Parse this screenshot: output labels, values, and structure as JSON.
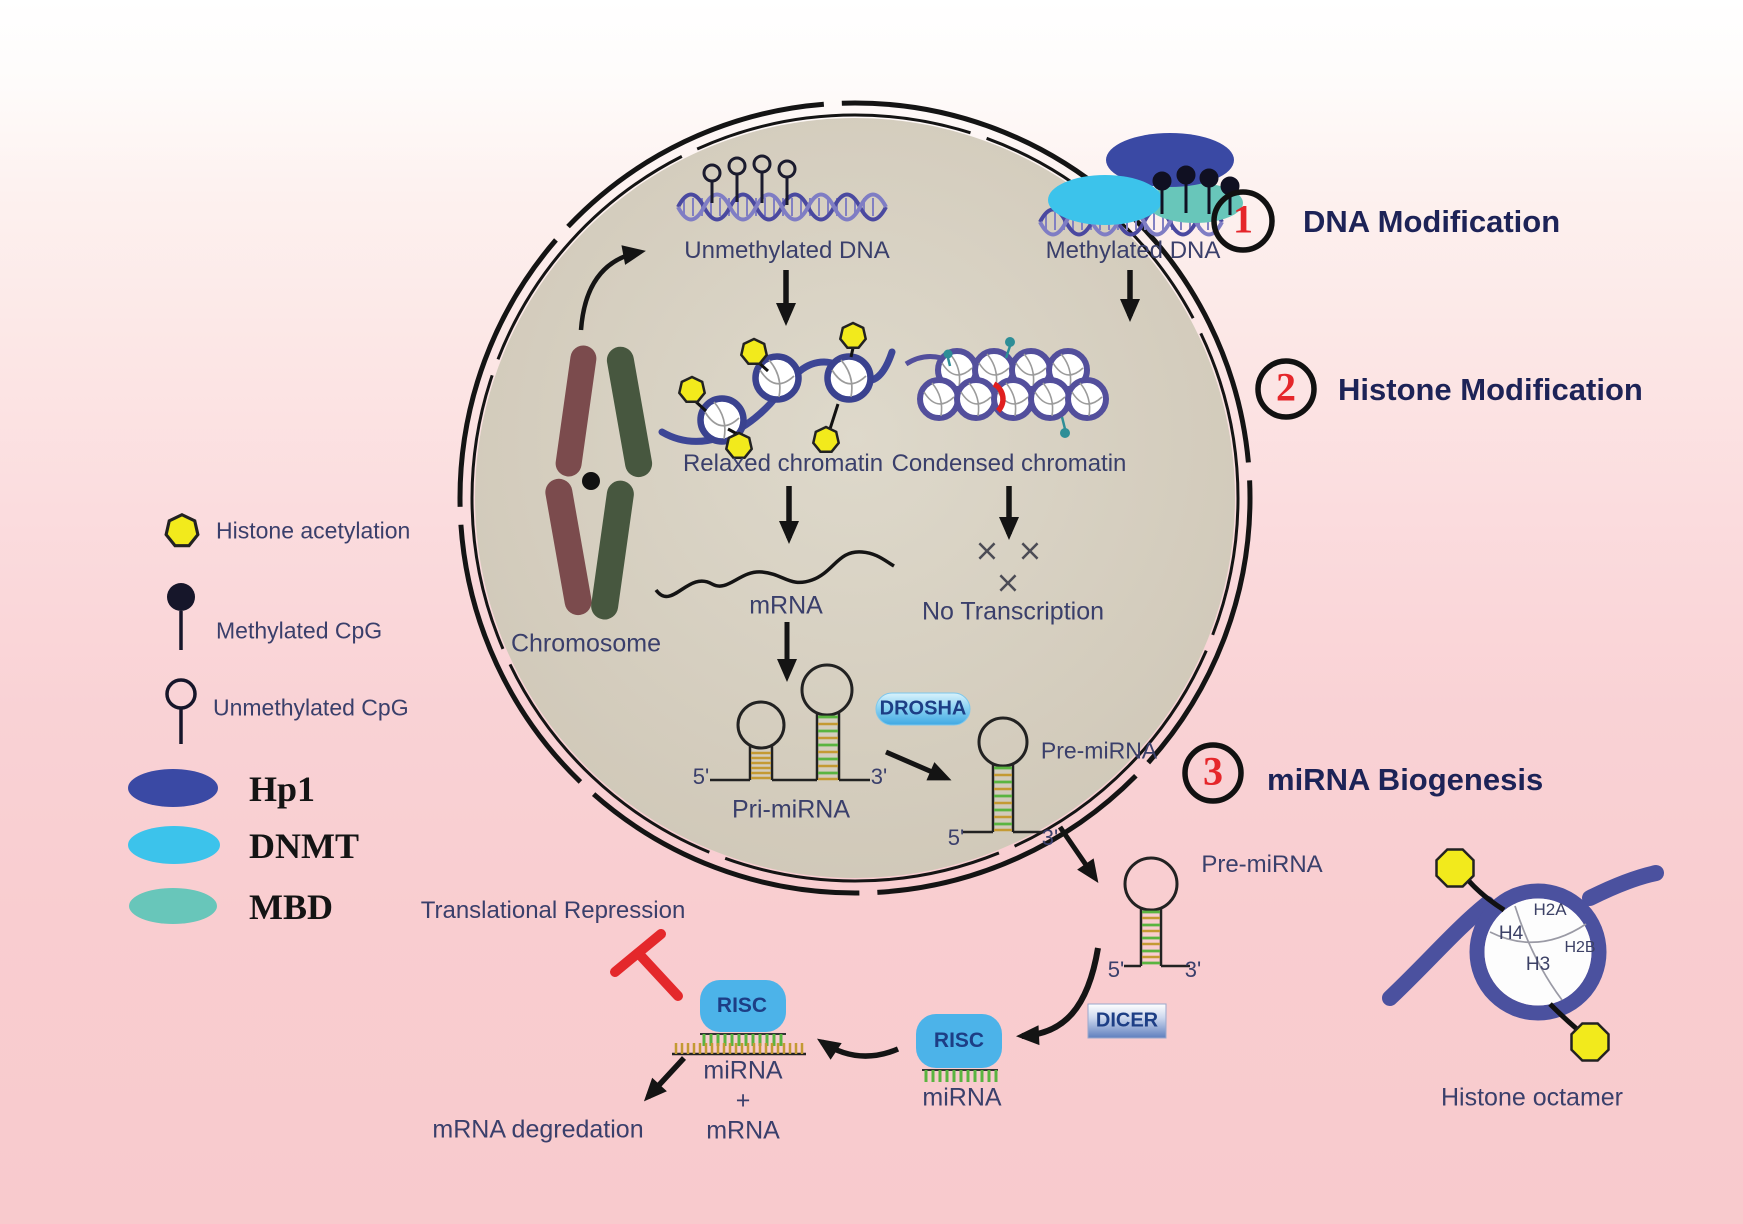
{
  "legend": {
    "histone_acetylation": "Histone acetylation",
    "methylated_cpg": "Methylated CpG",
    "unmethylated_cpg": "Unmethylated CpG",
    "hp1": "Hp1",
    "dnmt": "DNMT",
    "mbd": "MBD"
  },
  "sections": {
    "s1_num": "1",
    "s1_title": "DNA Modification",
    "s2_num": "2",
    "s2_title": "Histone Modification",
    "s3_num": "3",
    "s3_title": "miRNA Biogenesis"
  },
  "nucleus": {
    "unmethylated_dna": "Unmethylated DNA",
    "methylated_dna": "Methylated DNA",
    "relaxed_chromatin": "Relaxed chromatin",
    "condensed_chromatin": "Condensed chromatin",
    "mrna": "mRNA",
    "no_transcription": "No Transcription",
    "x_mark": "×",
    "chromosome": "Chromosome",
    "pri_mirna": "Pri-miRNA",
    "drosha": "DROSHA",
    "pre_mirna": "Pre-miRNA",
    "five_prime": "5'",
    "three_prime": "3'"
  },
  "cytoplasm": {
    "pre_mirna": "Pre-miRNA",
    "dicer": "DICER",
    "risc": "RISC",
    "mirna": "miRNA",
    "plus": "+",
    "mrna": "mRNA",
    "translational_repression": "Translational Repression",
    "mrna_degradation": "mRNA degredation"
  },
  "octamer": {
    "h2a": "H2A",
    "h4": "H4",
    "h2b": "H2B",
    "h3": "H3",
    "label": "Histone octamer"
  },
  "colors": {
    "accent_red": "#e5262a",
    "label_navy": "#3a3f6b",
    "header_navy": "#1d2357",
    "hp1_blue": "#3a49a4",
    "dnmt_cyan": "#3cc3eb",
    "mbd_teal": "#68c6ba",
    "acetyl_yellow": "#f2ea1c",
    "risc_blue": "#4cb3e9",
    "nucleus_beige": "#d6cfc0"
  }
}
